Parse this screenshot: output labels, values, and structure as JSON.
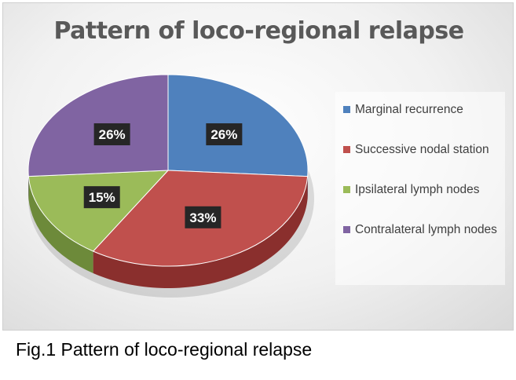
{
  "chart_data": {
    "type": "pie",
    "title": "Pattern of loco-regional relapse",
    "categories": [
      "Marginal recurrence",
      "Successive nodal station",
      "Ipsilateral lymph nodes",
      "Contralateral lymph nodes"
    ],
    "values": [
      26,
      33,
      15,
      26
    ],
    "labels": [
      "26%",
      "33%",
      "15%",
      "26%"
    ],
    "colors": [
      "#4f81bd",
      "#c0504d",
      "#9bbb59",
      "#8064a2"
    ],
    "side_colors": [
      "#3a6090",
      "#8a2f2d",
      "#6d8a3a",
      "#5a4678"
    ],
    "legend_position": "right",
    "style": "3d"
  },
  "caption": "Fig.1 Pattern of loco-regional relapse"
}
